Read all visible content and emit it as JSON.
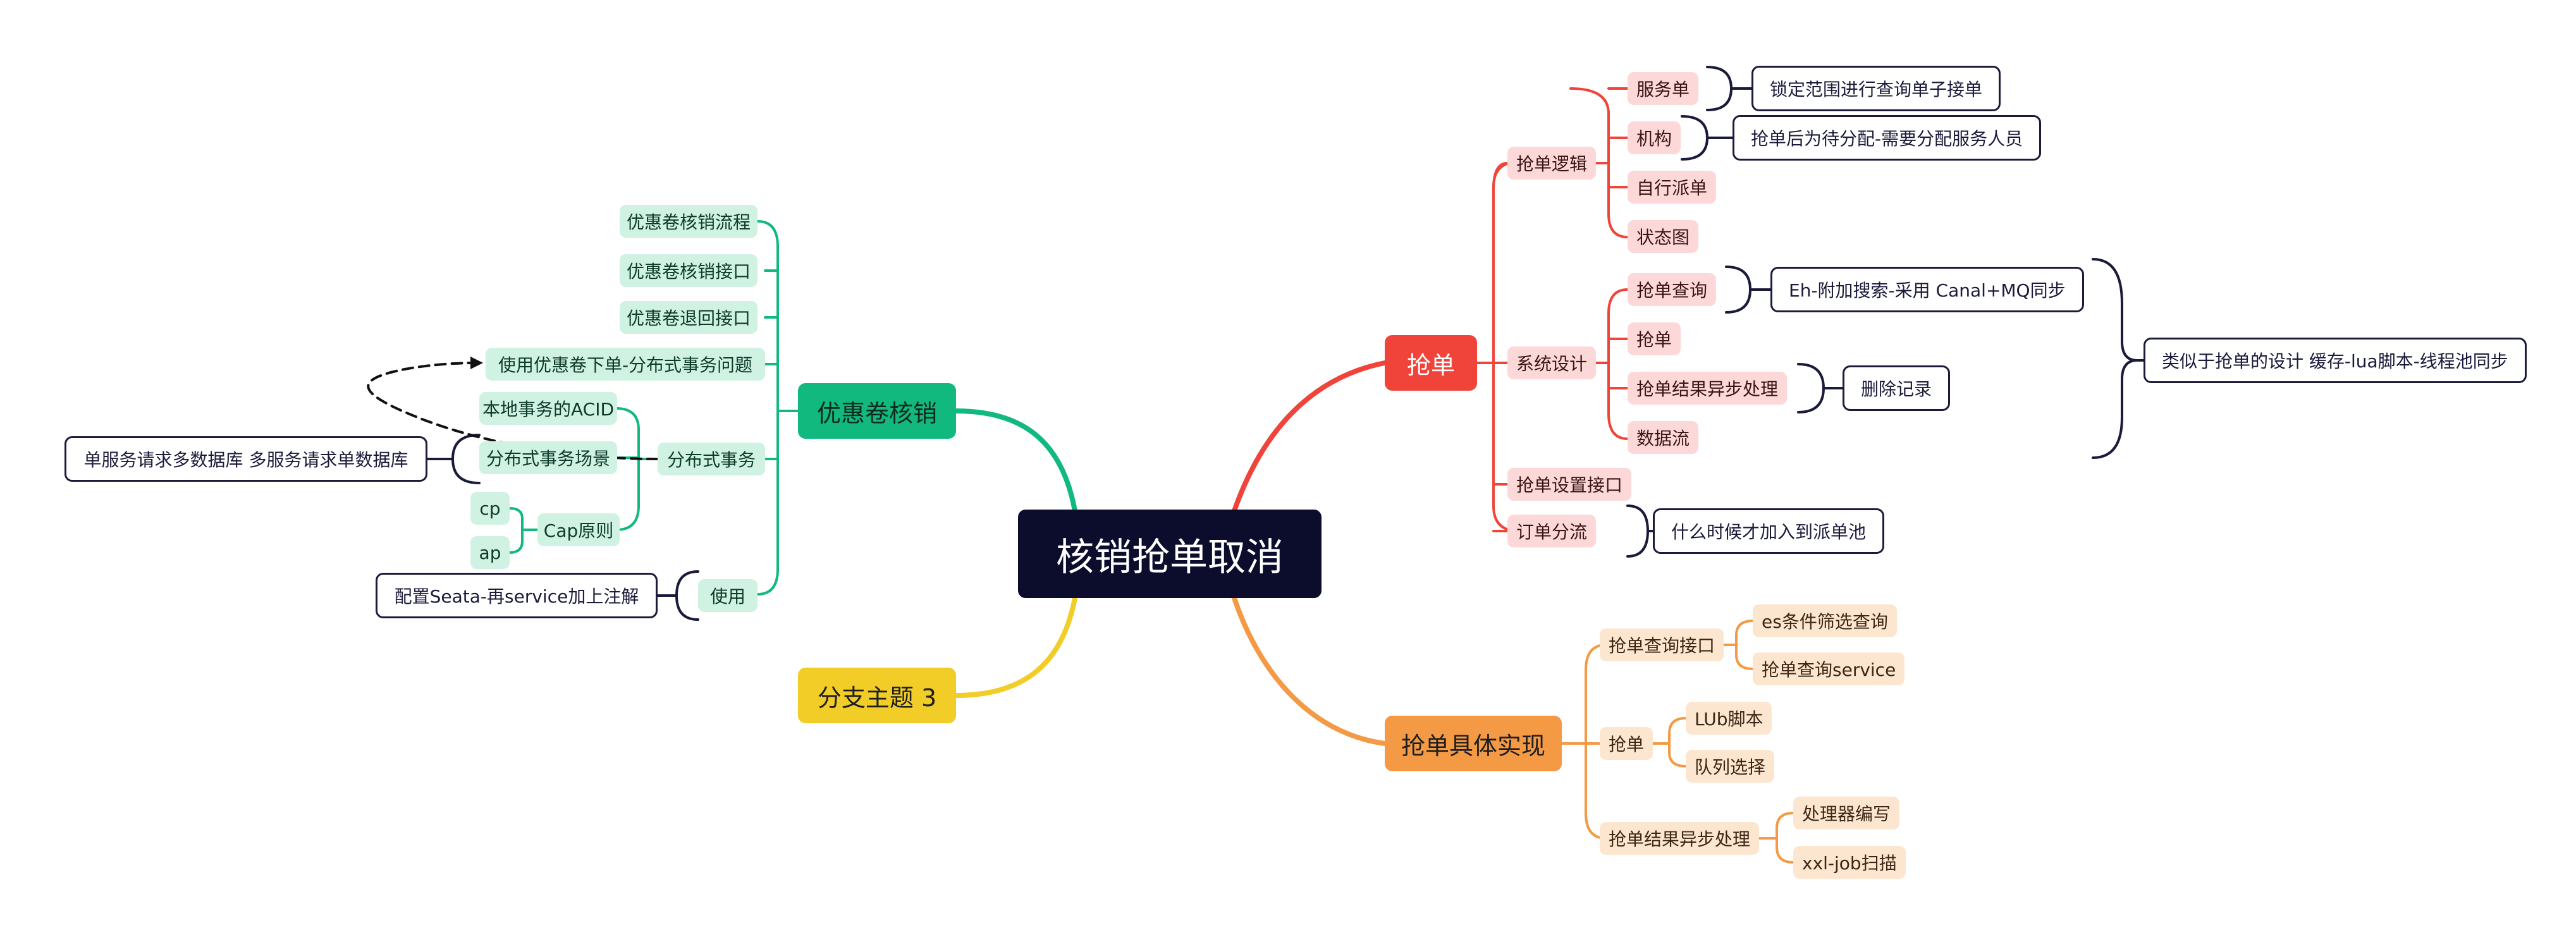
{
  "center": {
    "label": "核销抢单取消"
  },
  "branches": {
    "qiangdan": {
      "label": "抢单",
      "logic": {
        "label": "抢单逻辑",
        "fuwudan": "服务单",
        "jigou": "机构",
        "zixing": "自行派单",
        "zhuangtai": "状态图"
      },
      "design": {
        "label": "系统设计",
        "query": "抢单查询",
        "grab": "抢单",
        "async": "抢单结果异步处理",
        "flow": "数据流"
      },
      "setting": "抢单设置接口",
      "split": "订单分流"
    },
    "impl": {
      "label": "抢单具体实现",
      "queryapi": {
        "label": "抢单查询接口",
        "es": "es条件筛选查询",
        "service": "抢单查询service"
      },
      "grab": {
        "label": "抢单",
        "lua": "LUb脚本",
        "queue": "队列选择"
      },
      "async": {
        "label": "抢单结果异步处理",
        "handler": "处理器编写",
        "xxl": "xxl-job扫描"
      }
    },
    "coupon": {
      "label": "优惠卷核销",
      "flow": "优惠卷核销流程",
      "api": "优惠卷核销接口",
      "refund": "优惠卷退回接口",
      "order": "使用优惠卷下单-分布式事务问题",
      "dist": {
        "label": "分布式事务",
        "acid": "本地事务的ACID",
        "scene": "分布式事务场景",
        "cap": "Cap原则",
        "cp": "cp",
        "ap": "ap"
      },
      "use": "使用"
    },
    "topic3": {
      "label": "分支主题 3"
    }
  },
  "notes": {
    "lock": "锁定范围进行查询单子接单",
    "assign": "抢单后为待分配-需要分配服务人员",
    "eh": "Eh-附加搜索-采用 Canal+MQ同步",
    "delete": "删除记录",
    "similar": "类似于抢单的设计 缓存-lua脚本-线程池同步",
    "when": "什么时候才加入到派单池",
    "db": "单服务请求多数据库 多服务请求单数据库",
    "seata": "配置Seata-再service加上注解"
  },
  "colors": {
    "red": "#f0443a",
    "orange": "#f49a45",
    "green": "#12b97e",
    "yellow": "#f2cd27",
    "dark": "#0c0c2c"
  }
}
